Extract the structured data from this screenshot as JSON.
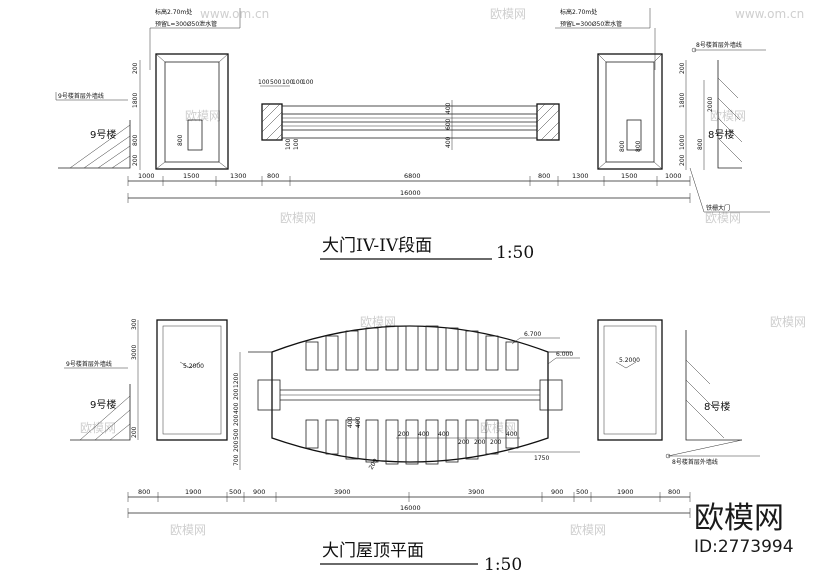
{
  "section": {
    "title": "大门IV-IV段面",
    "scale": "1:50",
    "note_top_left_1": "标高2.70m处",
    "note_top_left_2": "预留L=300Ø50泄水管",
    "note_top_right_1": "标高2.70m处",
    "note_top_right_2": "预留L=300Ø50泄水管",
    "label_9_line": "9号楼首层外墙线",
    "label_8_line": "8号楼首层外墙线",
    "building_9": "9号楼",
    "building_8": "8号楼",
    "gate_label": "铁栅大门",
    "dims_bottom": [
      "1000",
      "1500",
      "1300",
      "800",
      "6800",
      "800",
      "1300",
      "1500",
      "1000"
    ],
    "total": "16000",
    "dims_left_vertical": [
      "200",
      "1800",
      "800",
      "800",
      "200"
    ],
    "dims_right_vertical": [
      "200",
      "1800",
      "1000",
      "800",
      "200",
      "2000"
    ],
    "dims_top_beam": [
      "100",
      "500",
      "100",
      "100",
      "100"
    ],
    "dims_mid_vertical": [
      "400",
      "600",
      "400",
      "100",
      "100"
    ],
    "dims_right_mid": [
      "800",
      "800"
    ]
  },
  "roof": {
    "title": "大门屋顶平面",
    "scale": "1:50",
    "label_9_line": "9号楼首层外墙线",
    "label_8_line": "8号楼首层外墙线",
    "building_9": "9号楼",
    "building_8": "8号楼",
    "level_left": "5.2000",
    "level_right": "5.2000",
    "level_top": "6.700",
    "level_side": "6.000",
    "dims_bottom": [
      "800",
      "1900",
      "500",
      "900",
      "3900",
      "3900",
      "900",
      "500",
      "1900",
      "800"
    ],
    "total": "16000",
    "dims_left_vertical": [
      "300",
      "3000",
      "200"
    ],
    "dims_inner_vertical": [
      "1200",
      "200",
      "400",
      "200",
      "500",
      "200",
      "700"
    ],
    "dims_inner_bottom": [
      "200",
      "400",
      "400",
      "200",
      "200",
      "200",
      "400"
    ],
    "dim_1750": "1750",
    "dim_400_a": "400",
    "dim_400_b": "400",
    "dim_200": "200"
  },
  "watermark": {
    "brand": "欧模网",
    "site": "www.om.cn",
    "id": "ID:2773994"
  }
}
